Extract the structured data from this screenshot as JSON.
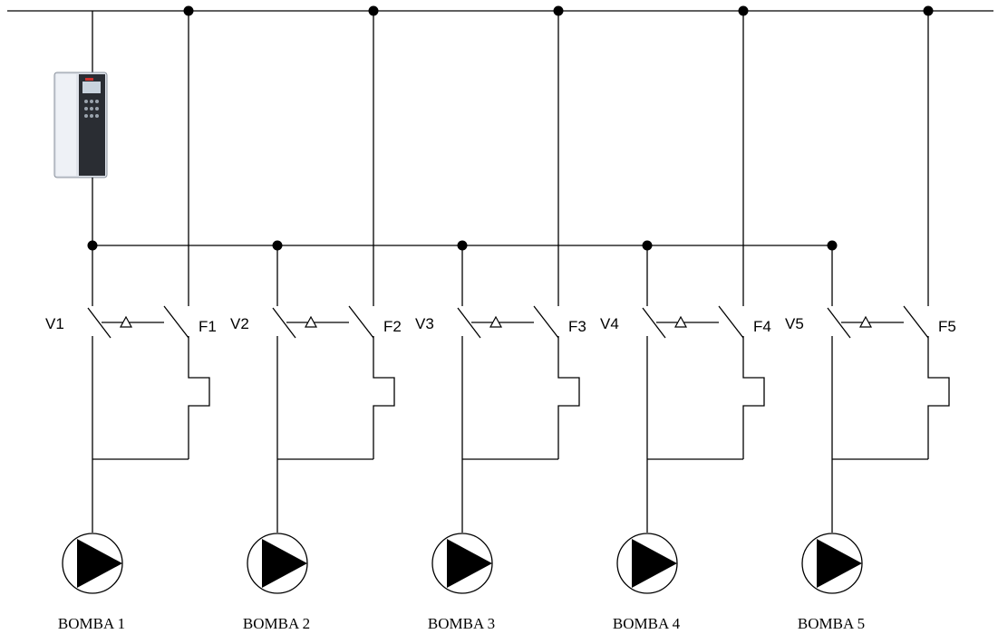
{
  "branches": [
    {
      "contactor_label": "V1",
      "fuse_label": "F1",
      "pump_label": "BOMBA 1"
    },
    {
      "contactor_label": "V2",
      "fuse_label": "F2",
      "pump_label": "BOMBA 2"
    },
    {
      "contactor_label": "V3",
      "fuse_label": "F3",
      "pump_label": "BOMBA 3"
    },
    {
      "contactor_label": "V4",
      "fuse_label": "F4",
      "pump_label": "BOMBA 4"
    },
    {
      "contactor_label": "V5",
      "fuse_label": "F5",
      "pump_label": "BOMBA 5"
    }
  ],
  "vfd_device": {
    "icon": "variable-frequency-drive-icon"
  },
  "colors": {
    "line": "#000000",
    "background": "#ffffff",
    "vfd_body": "#dfe3ea",
    "vfd_front": "#2a2d33"
  }
}
